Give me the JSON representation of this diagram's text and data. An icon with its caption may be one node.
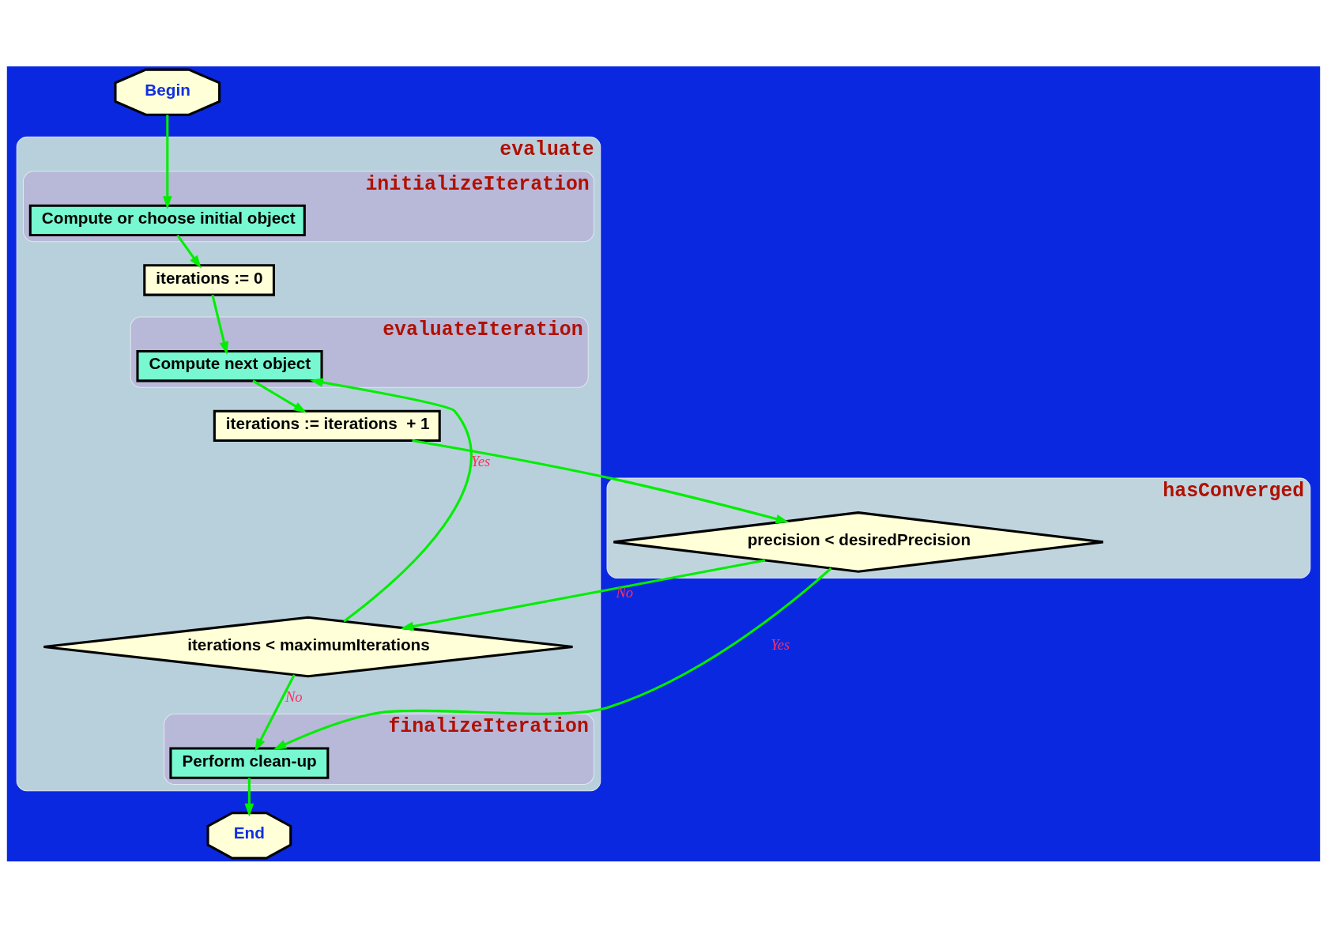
{
  "diagram": {
    "nodes": [
      {
        "text": [
          "Begin"
        ]
      },
      {
        "text": [
          "evaluate"
        ]
      },
      {
        "text": [
          "initializeIteration"
        ],
        "in": 1
      },
      {
        "text": [
          "Compute or choose initial object"
        ],
        "in": 2
      },
      {
        "text": [
          "iterations := 0"
        ],
        "in": 1
      },
      {
        "text": [
          "evaluateIteration"
        ],
        "in": 1
      },
      {
        "text": [
          "Compute next object"
        ],
        "in": 5
      },
      {
        "text": [
          "iterations := iterations  + 1"
        ],
        "in": 1
      },
      {
        "text": [
          "hasConverged"
        ]
      },
      {
        "text": [
          "precision < desiredPrecision"
        ],
        "in": 8
      },
      {
        "text": [
          "iterations < maximumIterations"
        ],
        "in": 1
      },
      {
        "text": [
          "finalizeIteration"
        ],
        "in": 1
      },
      {
        "text": [
          "Perform clean-up"
        ],
        "in": 11
      },
      {
        "text": [
          "End"
        ]
      }
    ],
    "edges": [
      {
        "from": 0,
        "to": 3,
        "arrow": "to"
      },
      {
        "from": 3,
        "to": 4,
        "arrow": "to"
      },
      {
        "from": 4,
        "to": 6,
        "arrow": "to"
      },
      {
        "from": 6,
        "to": 7,
        "arrow": "to"
      },
      {
        "from": 7,
        "to": 9,
        "arrow": "to"
      },
      {
        "from": 9,
        "to": 10,
        "label": "No",
        "arrow": "to"
      },
      {
        "from": 9,
        "to": 12,
        "label": "Yes",
        "arrow": "to"
      },
      {
        "from": 10,
        "to": 6,
        "label": "Yes",
        "arrow": "to"
      },
      {
        "from": 10,
        "to": 12,
        "label": "No",
        "arrow": "to"
      },
      {
        "from": 12,
        "to": 13,
        "arrow": "to"
      }
    ]
  }
}
